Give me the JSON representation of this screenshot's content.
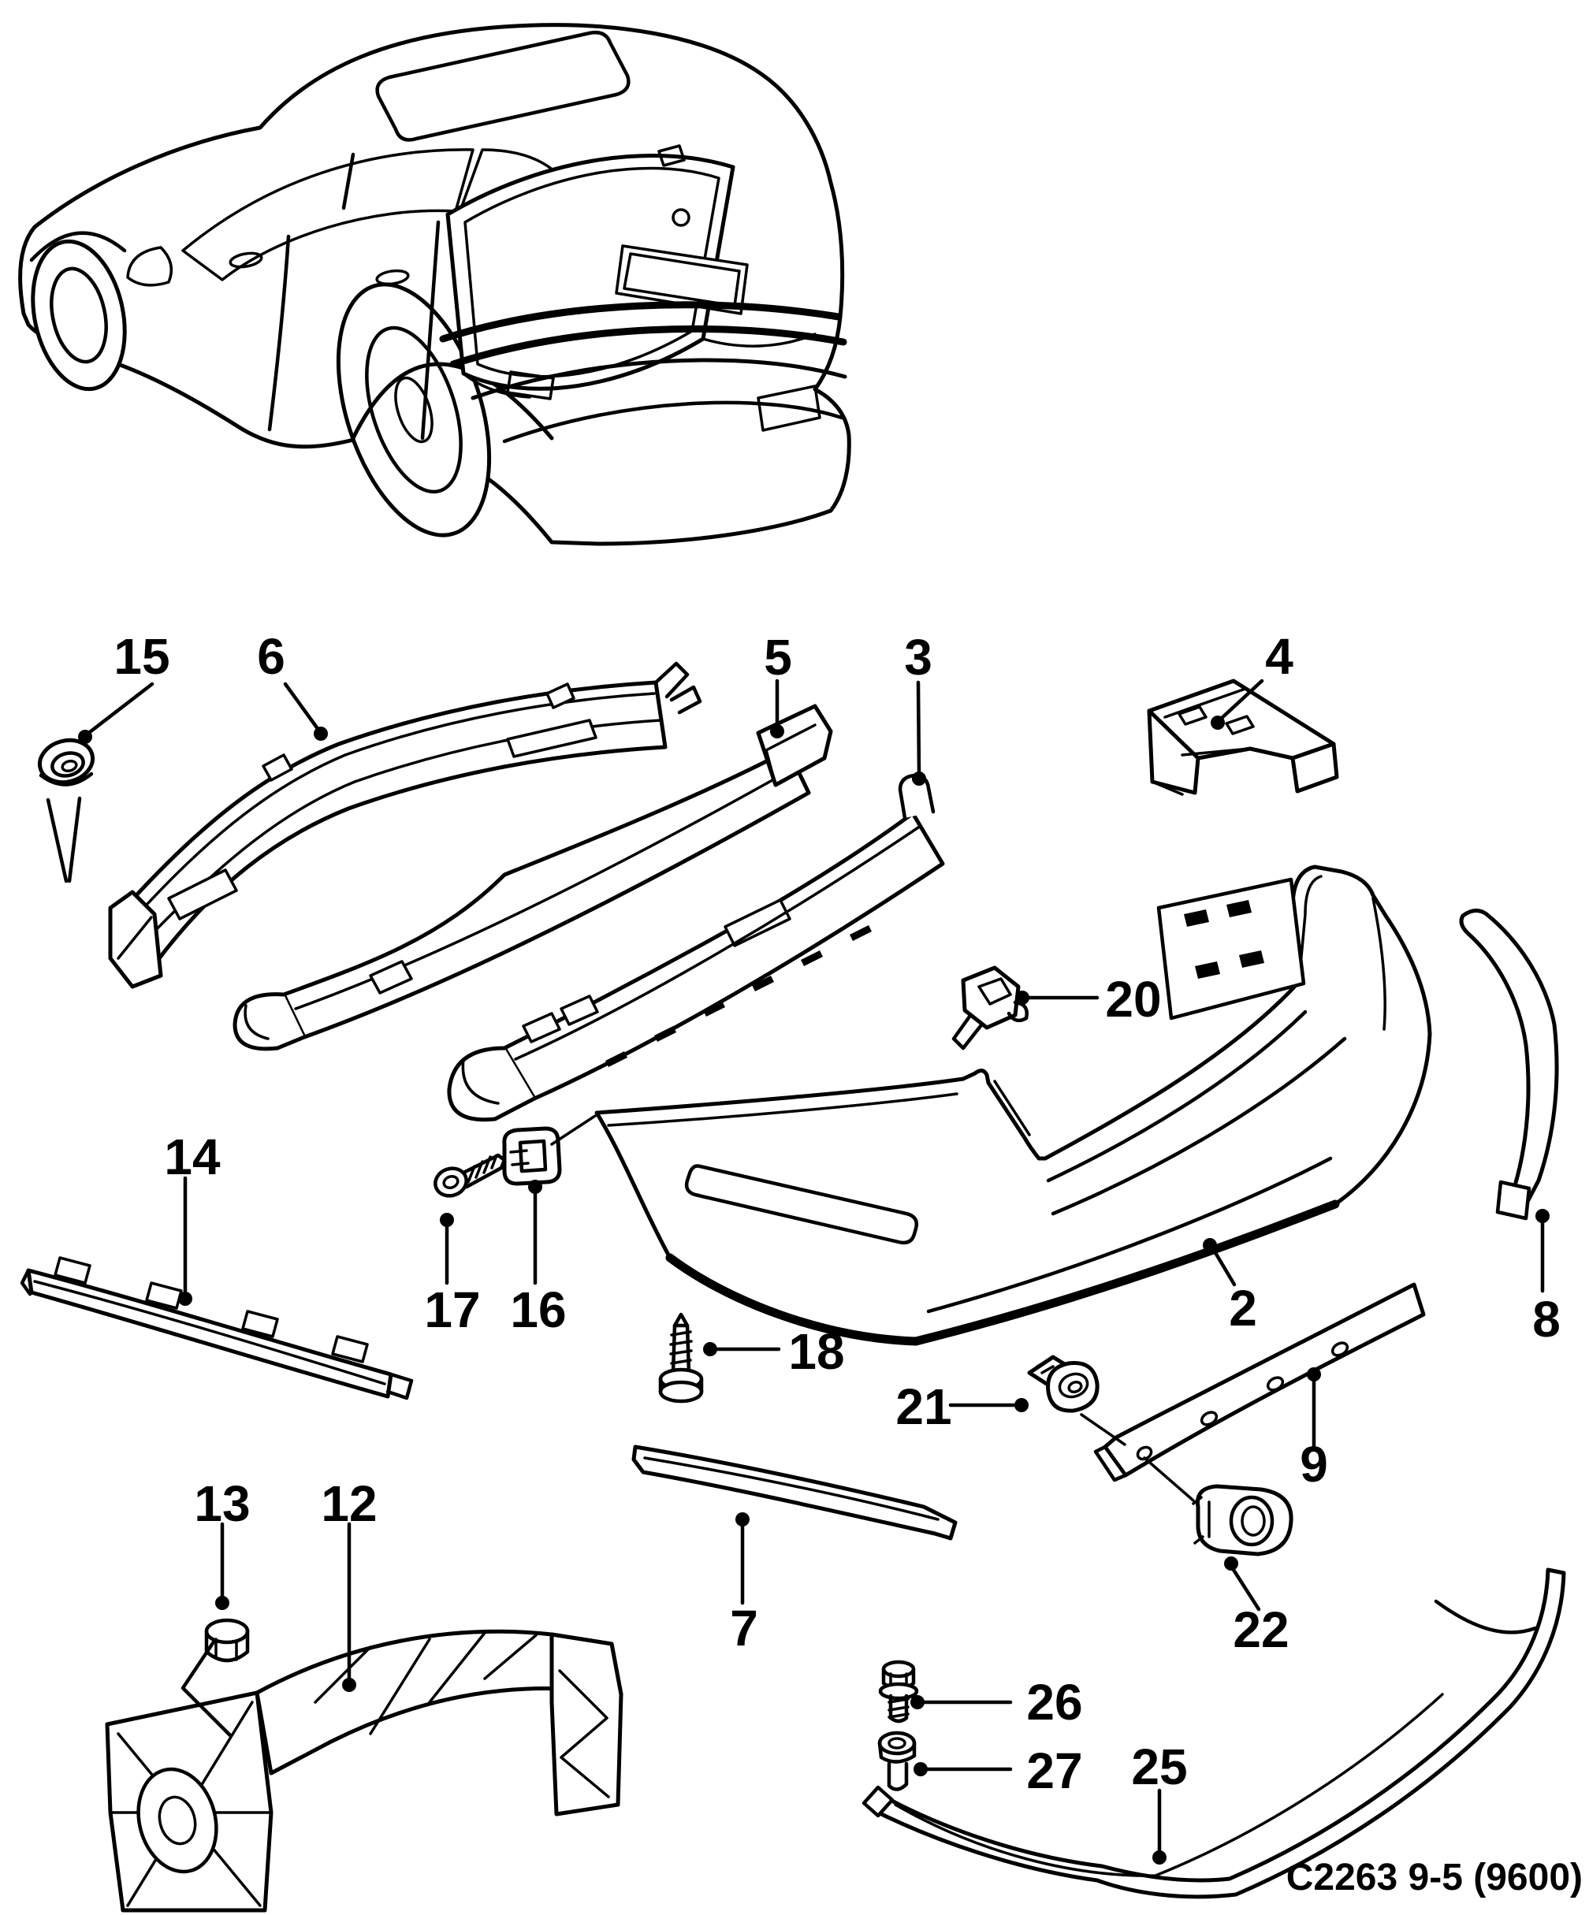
{
  "diagram": {
    "code": "C2263 9-5 (9600)",
    "callouts": [
      {
        "label": "15"
      },
      {
        "label": "6"
      },
      {
        "label": "5"
      },
      {
        "label": "3"
      },
      {
        "label": "4"
      },
      {
        "label": "20"
      },
      {
        "label": "2"
      },
      {
        "label": "8"
      },
      {
        "label": "14"
      },
      {
        "label": "17"
      },
      {
        "label": "16"
      },
      {
        "label": "18"
      },
      {
        "label": "21"
      },
      {
        "label": "9"
      },
      {
        "label": "22"
      },
      {
        "label": "13"
      },
      {
        "label": "12"
      },
      {
        "label": "7"
      },
      {
        "label": "26"
      },
      {
        "label": "27"
      },
      {
        "label": "25"
      }
    ]
  }
}
